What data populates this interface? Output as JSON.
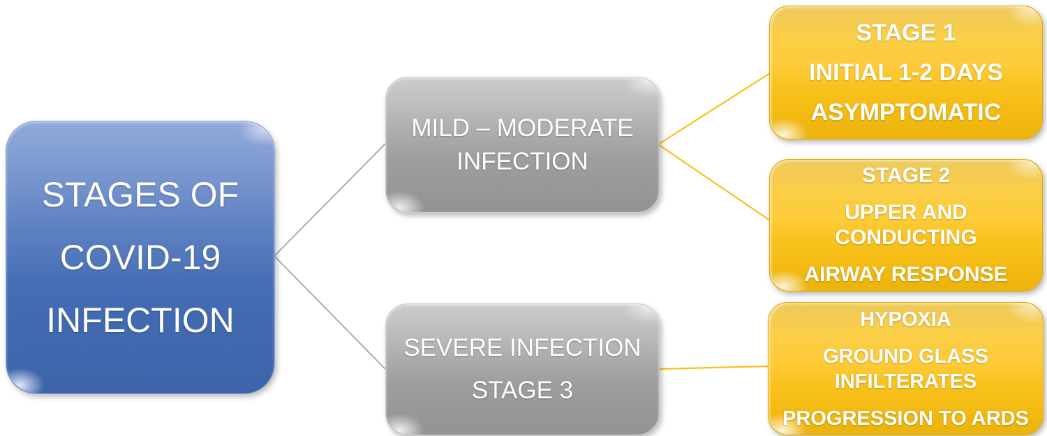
{
  "diagram": {
    "title": "STAGES OF COVID-19 INFECTION",
    "nodes": {
      "root": {
        "lines": [
          "STAGES OF",
          "COVID-19",
          "INFECTION"
        ]
      },
      "mild": {
        "lines": [
          "MILD – MODERATE",
          "INFECTION"
        ]
      },
      "severe": {
        "lines": [
          "SEVERE INFECTION",
          "STAGE 3"
        ]
      },
      "stage1": {
        "lines": [
          "STAGE 1",
          "INITIAL 1-2 DAYS",
          "ASYMPTOMATIC"
        ]
      },
      "stage2": {
        "lines": [
          "STAGE 2",
          "UPPER AND",
          "CONDUCTING",
          "AIRWAY RESPONSE"
        ]
      },
      "stage3": {
        "lines": [
          "HYPOXIA",
          "GROUND GLASS",
          "INFILTERATES",
          "PROGRESSION TO ARDS"
        ]
      }
    },
    "edges": [
      {
        "from": "root",
        "to": "mild"
      },
      {
        "from": "root",
        "to": "severe"
      },
      {
        "from": "mild",
        "to": "stage1"
      },
      {
        "from": "mild",
        "to": "stage2"
      },
      {
        "from": "severe",
        "to": "stage3"
      }
    ],
    "colors": {
      "root_fill": "#4a70b8",
      "branch_fill": "#a5a3a2",
      "leaf_fill": "#f8c21f",
      "connector_gray": "#a6a6a6",
      "connector_yellow": "#fcbf17",
      "text": "#ffffff"
    }
  }
}
